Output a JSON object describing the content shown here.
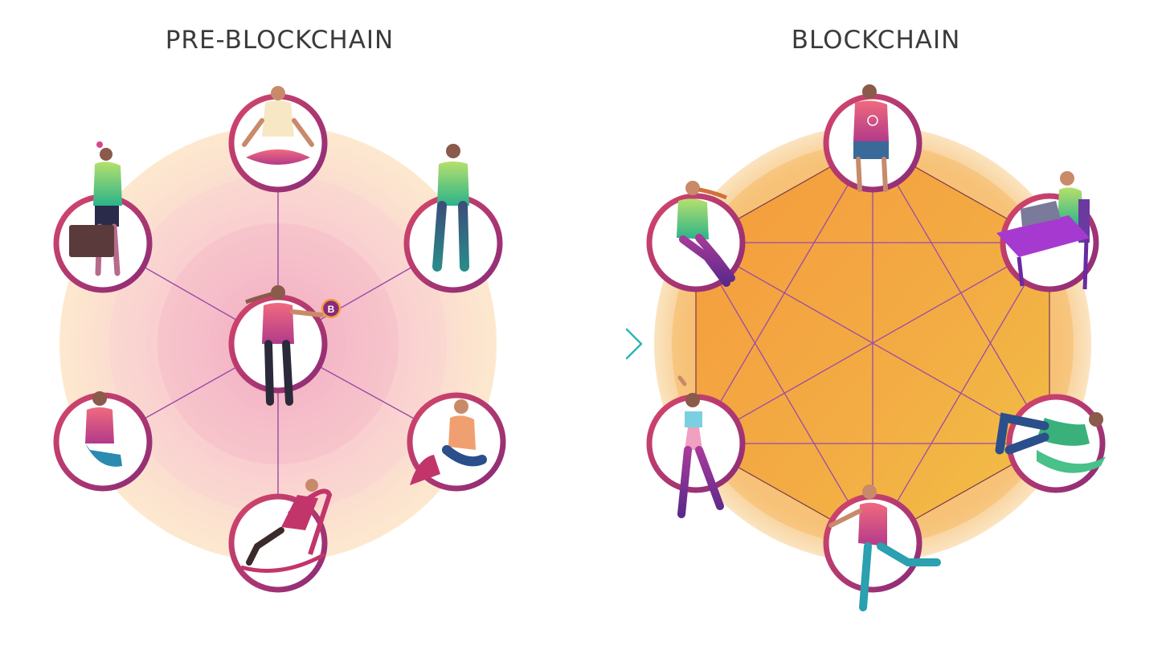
{
  "panels": {
    "left": {
      "title": "PRE-BLOCKCHAIN",
      "center_badge": "B",
      "nodes": [
        {
          "id": "top",
          "figure": "person-meditating"
        },
        {
          "id": "upper-left",
          "figure": "person-with-briefcase"
        },
        {
          "id": "upper-right",
          "figure": "person-standing"
        },
        {
          "id": "lower-left",
          "figure": "person-kneeling"
        },
        {
          "id": "lower-right",
          "figure": "person-with-cat"
        },
        {
          "id": "bottom",
          "figure": "person-in-rocking-chair"
        }
      ],
      "center": {
        "figure": "person-holding-coin"
      }
    },
    "right": {
      "title": "BLOCKCHAIN",
      "nodes": [
        {
          "id": "top",
          "figure": "person-sitting"
        },
        {
          "id": "upper-left",
          "figure": "person-leaning"
        },
        {
          "id": "upper-right",
          "figure": "person-at-laptop"
        },
        {
          "id": "lower-left",
          "figure": "person-dancing"
        },
        {
          "id": "lower-right",
          "figure": "person-lying"
        },
        {
          "id": "bottom",
          "figure": "person-running"
        }
      ]
    }
  },
  "colors": {
    "ring": "#c2356b",
    "ring_dark": "#7d2a70",
    "link": "#9b4aa8",
    "left_glow_outer": "#fde9cf",
    "left_glow_mid": "#f9d2d6",
    "left_glow_inner": "#f2a7c0",
    "right_fill_outer": "#f5b452",
    "right_fill_inner": "#f08e2d",
    "arrow_start": "#e0516b",
    "arrow_end": "#2fb5b5"
  }
}
